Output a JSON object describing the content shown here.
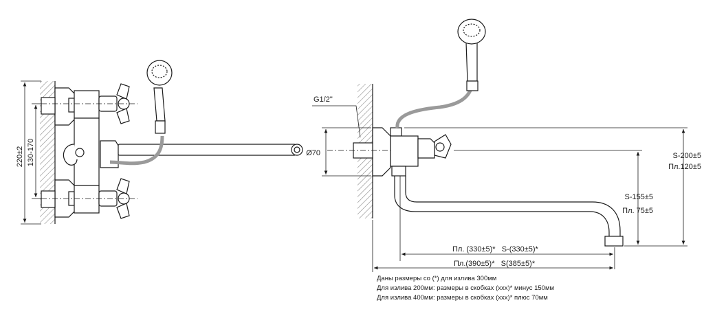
{
  "left_view": {
    "dim_overall": "220±2",
    "dim_centers": "130-170"
  },
  "right_view": {
    "thread_label": "G1/2\"",
    "diameter_label": "Ø70",
    "dim_s200": "S-200±5",
    "dim_pl120": "Пл.120±5",
    "dim_s155": "S-155±5",
    "dim_pl75": "Пл. 75±5",
    "dim_spout_330": "Пл. (330±5)*   S-(330±5)*",
    "dim_overall_390": "Пл.(390±5)*   S(385±5)*"
  },
  "notes": [
    "Даны размеры со (*) для излива 300мм",
    "Для излива 200мм: размеры в скобках (ххх)* минус 150мм",
    "Для излива 400мм: размеры в скобках (ххх)* плюс 70мм"
  ],
  "colors": {
    "line": "#1a1a1a",
    "wall_hatch": "#8a8a8a",
    "hose": "#9a9a9a"
  }
}
